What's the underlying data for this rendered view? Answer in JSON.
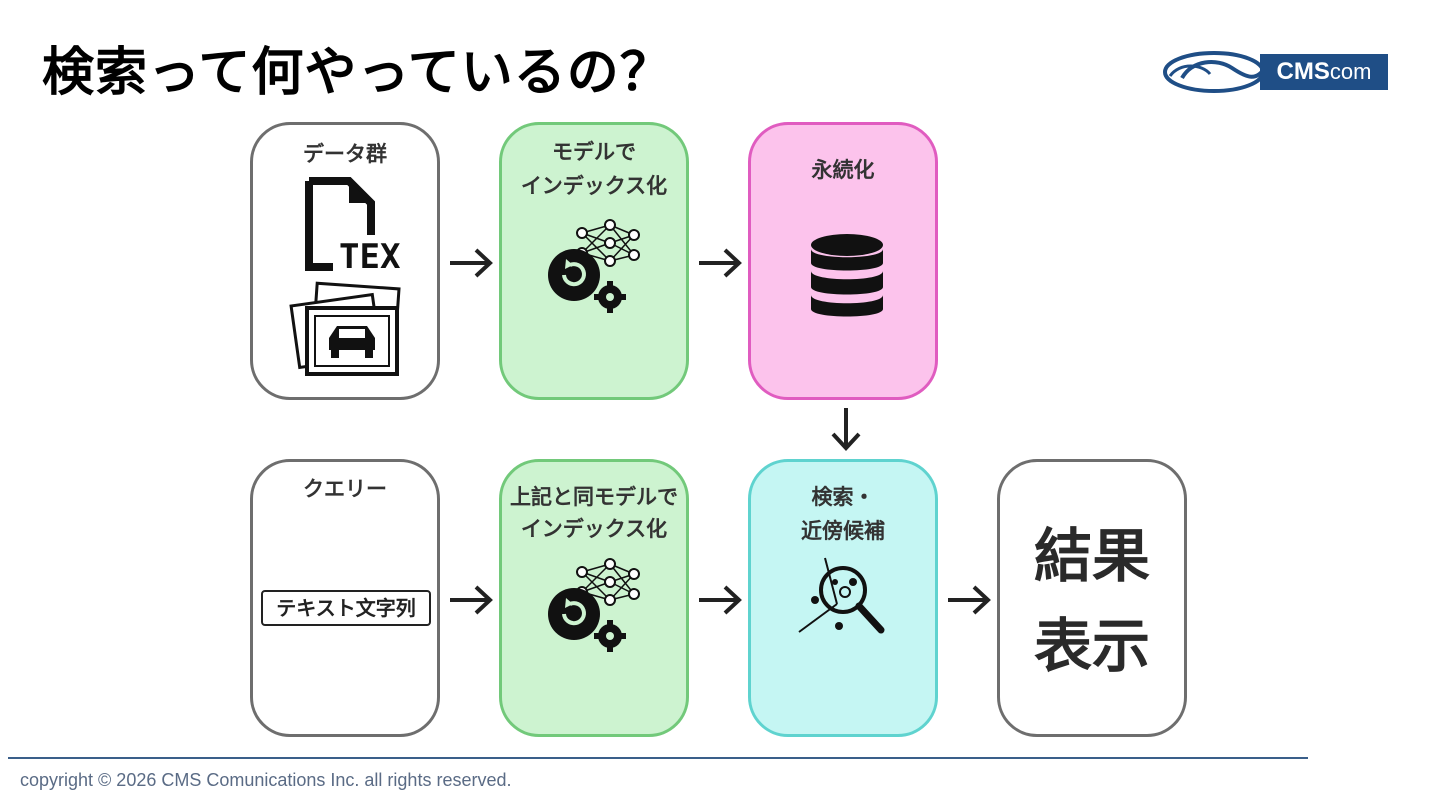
{
  "title": "検索って何やっているの？",
  "logo": {
    "bold": "CMS",
    "small": "com"
  },
  "row1": {
    "data": {
      "label": "データ群",
      "tex_label": "TEX"
    },
    "model": {
      "label_line1": "モデルで",
      "label_line2": "インデックス化"
    },
    "persist": {
      "label": "永続化"
    }
  },
  "row2": {
    "query": {
      "label": "クエリー",
      "text_box": "テキスト文字列"
    },
    "model": {
      "label_line1": "上記と同モデルで",
      "label_line2": "インデックス化"
    },
    "search": {
      "label_line1": "検索・",
      "label_line2": "近傍候補"
    },
    "result": {
      "line1": "結果",
      "line2": "表示"
    }
  },
  "footer": "copyright © 2026 CMS Comunications Inc. all rights reserved.",
  "colors": {
    "green_fill": "#cdf3d0",
    "green_border": "#72c97a",
    "pink_fill": "#fcc3ec",
    "pink_border": "#e05cc0",
    "cyan_fill": "#c5f6f3",
    "cyan_border": "#5fd3cf",
    "logo_blue": "#1f4e86"
  }
}
